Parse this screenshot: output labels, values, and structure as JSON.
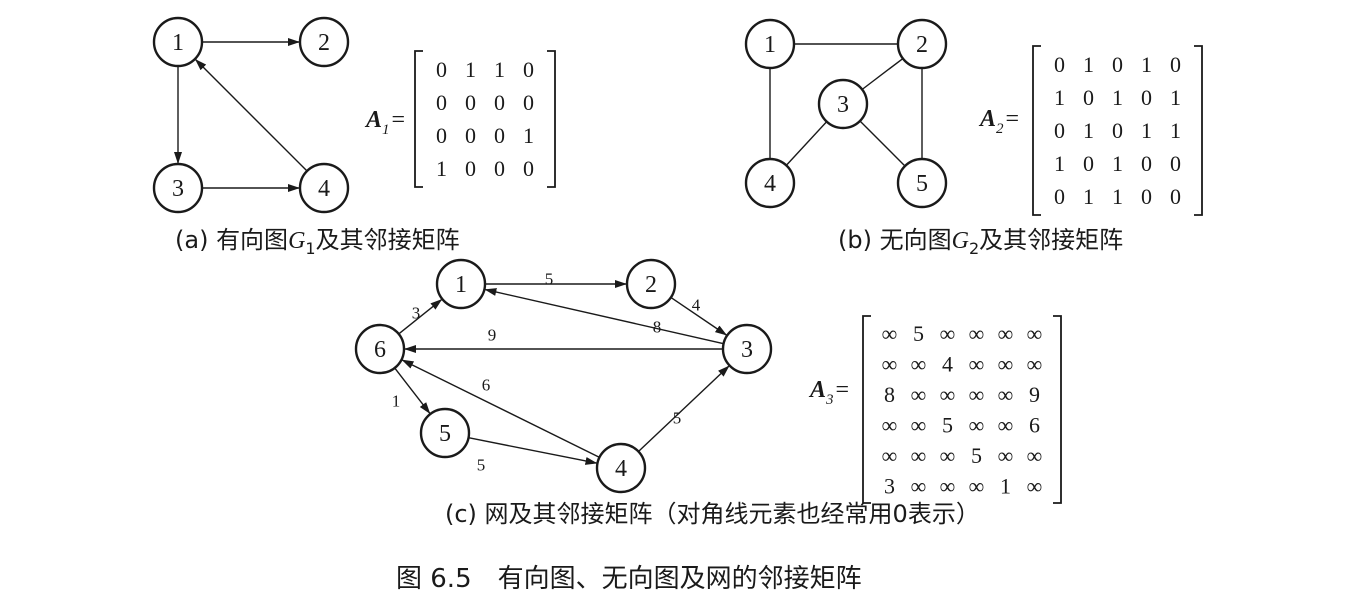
{
  "figure_caption": "图 6.5　有向图、无向图及网的邻接矩阵",
  "colors": {
    "ink": "#1a1a1a",
    "background": "#ffffff"
  },
  "panels": [
    {
      "id": "a",
      "caption_prefix": "(a) 有向图",
      "caption_graph_letter": "G",
      "caption_graph_sub": "1",
      "caption_suffix": "及其邻接矩阵",
      "directed": true,
      "nodes": [
        "1",
        "2",
        "3",
        "4"
      ],
      "edges": [
        {
          "from": "1",
          "to": "2"
        },
        {
          "from": "1",
          "to": "3"
        },
        {
          "from": "3",
          "to": "4"
        },
        {
          "from": "4",
          "to": "1"
        }
      ],
      "matrix_name": "A",
      "matrix_sub": "1",
      "matrix_eq": "=",
      "matrix": [
        [
          "0",
          "1",
          "1",
          "0"
        ],
        [
          "0",
          "0",
          "0",
          "0"
        ],
        [
          "0",
          "0",
          "0",
          "1"
        ],
        [
          "1",
          "0",
          "0",
          "0"
        ]
      ]
    },
    {
      "id": "b",
      "caption_prefix": "(b) 无向图",
      "caption_graph_letter": "G",
      "caption_graph_sub": "2",
      "caption_suffix": "及其邻接矩阵",
      "directed": false,
      "nodes": [
        "1",
        "2",
        "3",
        "4",
        "5"
      ],
      "edges": [
        {
          "from": "1",
          "to": "2"
        },
        {
          "from": "1",
          "to": "4"
        },
        {
          "from": "2",
          "to": "3"
        },
        {
          "from": "2",
          "to": "5"
        },
        {
          "from": "3",
          "to": "4"
        },
        {
          "from": "3",
          "to": "5"
        }
      ],
      "matrix_name": "A",
      "matrix_sub": "2",
      "matrix_eq": "=",
      "matrix": [
        [
          "0",
          "1",
          "0",
          "1",
          "0"
        ],
        [
          "1",
          "0",
          "1",
          "0",
          "1"
        ],
        [
          "0",
          "1",
          "0",
          "1",
          "1"
        ],
        [
          "1",
          "0",
          "1",
          "0",
          "0"
        ],
        [
          "0",
          "1",
          "1",
          "0",
          "0"
        ]
      ]
    },
    {
      "id": "c",
      "caption_text": "(c) 网及其邻接矩阵（对角线元素也经常用0表示）",
      "directed": true,
      "nodes": [
        "1",
        "2",
        "3",
        "4",
        "5",
        "6"
      ],
      "edges": [
        {
          "from": "1",
          "to": "2",
          "weight": "5"
        },
        {
          "from": "2",
          "to": "3",
          "weight": "4"
        },
        {
          "from": "3",
          "to": "1",
          "weight": "8"
        },
        {
          "from": "3",
          "to": "6",
          "weight": "9"
        },
        {
          "from": "4",
          "to": "3",
          "weight": "5"
        },
        {
          "from": "4",
          "to": "6",
          "weight": "6"
        },
        {
          "from": "5",
          "to": "4",
          "weight": "5"
        },
        {
          "from": "6",
          "to": "1",
          "weight": "3"
        },
        {
          "from": "6",
          "to": "5",
          "weight": "1"
        }
      ],
      "matrix_name": "A",
      "matrix_sub": "3",
      "matrix_eq": "=",
      "matrix": [
        [
          "∞",
          "5",
          "∞",
          "∞",
          "∞",
          "∞"
        ],
        [
          "∞",
          "∞",
          "4",
          "∞",
          "∞",
          "∞"
        ],
        [
          "8",
          "∞",
          "∞",
          "∞",
          "∞",
          "9"
        ],
        [
          "∞",
          "∞",
          "5",
          "∞",
          "∞",
          "6"
        ],
        [
          "∞",
          "∞",
          "∞",
          "5",
          "∞",
          "∞"
        ],
        [
          "3",
          "∞",
          "∞",
          "∞",
          "1",
          "∞"
        ]
      ]
    }
  ]
}
